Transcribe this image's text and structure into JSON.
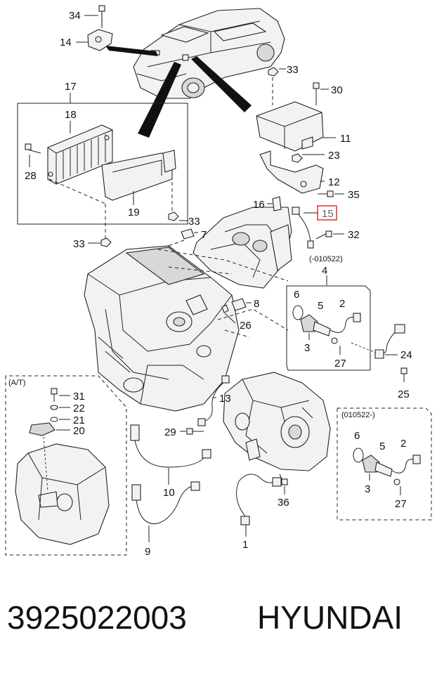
{
  "diagram": {
    "labels": {
      "p34": "34",
      "p14": "14",
      "p33a": "33",
      "p30": "30",
      "p17": "17",
      "p18": "18",
      "p11": "11",
      "p23": "23",
      "p28": "28",
      "p12": "12",
      "p35": "35",
      "p16": "16",
      "p15": "15",
      "p19": "19",
      "p33b": "33",
      "p7": "7",
      "p32": "32",
      "p33c": "33",
      "p4": "4",
      "p8": "8",
      "p6a": "6",
      "p5a": "5",
      "p2a": "2",
      "p26": "26",
      "p3a": "3",
      "p24": "24",
      "p27a": "27",
      "p25": "25",
      "p13": "13",
      "p31": "31",
      "p22": "22",
      "p21": "21",
      "p20": "20",
      "p29": "29",
      "p6b": "6",
      "p5b": "5",
      "p2b": "2",
      "p3b": "3",
      "p27b": "27",
      "p10": "10",
      "p36": "36",
      "p9": "9",
      "p1": "1"
    },
    "notes": {
      "date_before": "(-010522)",
      "date_after": "(010522-)",
      "at": "(A/T)"
    },
    "highlight": {
      "color": "#e0302a"
    }
  },
  "caption": {
    "part_number": "3925022003",
    "brand": "HYUNDAI"
  }
}
